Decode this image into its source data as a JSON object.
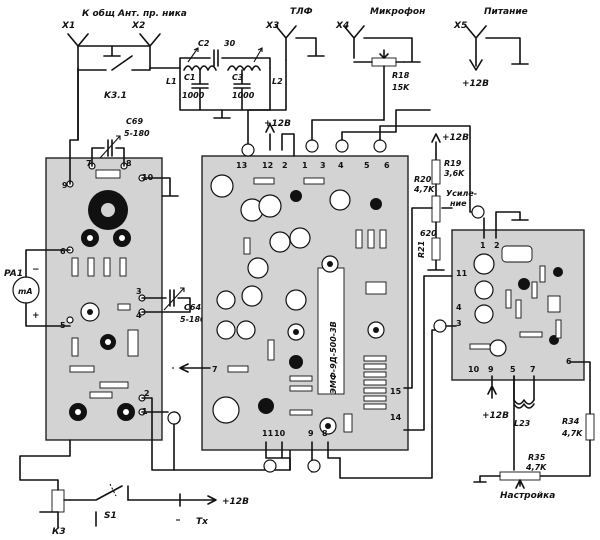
{
  "connectors": {
    "x1": "X1",
    "x1_text": "К общ",
    "x2": "X2",
    "x2_text": "Ант. пр. ника",
    "x3": "X3",
    "x3_text": "ТЛФ",
    "x4": "X4",
    "x4_text": "Микрофон",
    "x5": "X5",
    "x5_text": "Питание"
  },
  "components": {
    "c2": "C2",
    "c2_val": "30",
    "c1": "C1",
    "c1_val": "1000",
    "c3": "C3",
    "c3_val": "1000",
    "l1": "L1",
    "l2": "L2",
    "k31": "K3.1",
    "r18": "R18",
    "r18_val": "15K",
    "c69": "C69",
    "c69_val": "5-180",
    "c64": "C64",
    "c64_val": "5-180",
    "r19": "R19",
    "r19_val": "3,6K",
    "r20": "R20",
    "r20_val": "4,7K",
    "r21": "R21",
    "r21_val": "620",
    "gain_label": "Усиле-",
    "gain_label2": "ние",
    "pa1": "PA1",
    "ma": "mA",
    "l23": "L23",
    "r34": "R34",
    "r34_val": "4,7K",
    "r35": "R35",
    "r35_val": "4,7K",
    "tune_label": "Настройка",
    "k3": "К3",
    "s1": "S1",
    "tx_label": "Tx",
    "module_label": "ЭМФ-9Д-500-3В"
  },
  "power": {
    "p12_x5": "+12В",
    "p12_top": "+12В",
    "p12_r19": "+12В",
    "p12_right": "+12В",
    "p12_bottom": "+12В",
    "signs": {
      "minus": "−",
      "plus": "+"
    }
  },
  "pins": {
    "left": [
      "9",
      "7",
      "8",
      "10",
      "6",
      "5",
      "3",
      "4",
      "2",
      "1"
    ],
    "mid_top": [
      "13",
      "12",
      "2",
      "1",
      "3",
      "4",
      "5",
      "6"
    ],
    "mid_side": [
      "7",
      "15",
      "14"
    ],
    "mid_bottom": [
      "11",
      "10",
      "9",
      "8"
    ],
    "right": [
      "1",
      "2",
      "11",
      "4",
      "3",
      "10",
      "9",
      "5",
      "7",
      "6"
    ]
  }
}
